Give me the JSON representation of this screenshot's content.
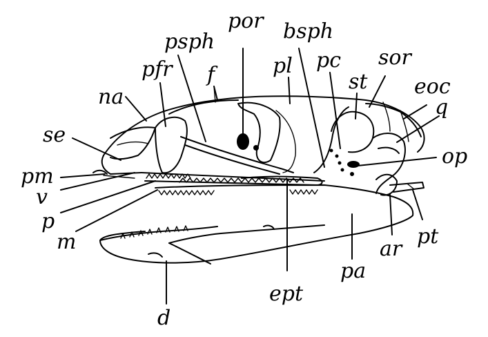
{
  "labels": {
    "por": "por",
    "bsph": "bsph",
    "psph": "psph",
    "pc": "pc",
    "sor": "sor",
    "pfr": "pfr",
    "f": "f",
    "pl": "pl",
    "st": "st",
    "eoc": "eoc",
    "na": "na",
    "q": "q",
    "se": "se",
    "op": "op",
    "pm": "pm",
    "v": "v",
    "p": "p",
    "m": "m",
    "pa": "pa",
    "ar": "ar",
    "pt": "pt",
    "d": "d",
    "ept": "ept"
  }
}
